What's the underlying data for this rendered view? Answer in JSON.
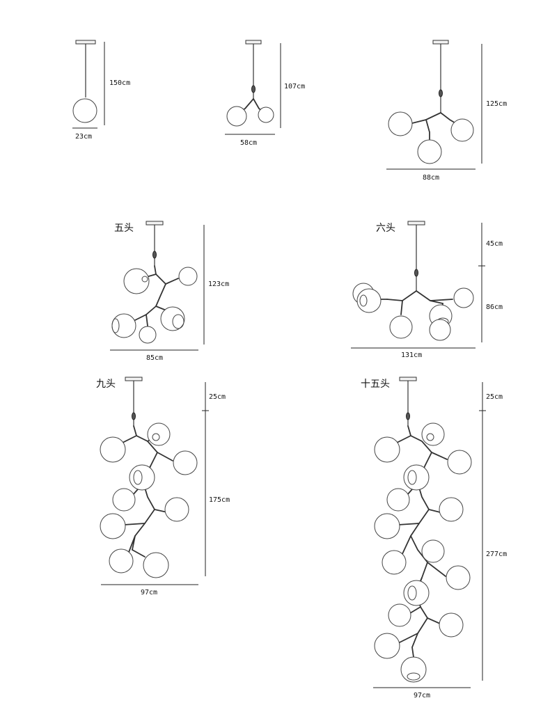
{
  "models": [
    {
      "id": "1",
      "title": "",
      "height": "150cm",
      "width": "23cm"
    },
    {
      "id": "2",
      "title": "",
      "height": "107cm",
      "width": "58cm"
    },
    {
      "id": "3",
      "title": "",
      "height": "125cm",
      "width": "88cm"
    },
    {
      "id": "5",
      "title": "五头",
      "height": "123cm",
      "width": "85cm"
    },
    {
      "id": "6",
      "title": "六头",
      "top": "45cm",
      "height": "86cm",
      "width": "131cm"
    },
    {
      "id": "9",
      "title": "九头",
      "top": "25cm",
      "height": "175cm",
      "width": "97cm"
    },
    {
      "id": "15",
      "title": "十五头",
      "top": "25cm",
      "height": "277cm",
      "width": "97cm"
    }
  ]
}
